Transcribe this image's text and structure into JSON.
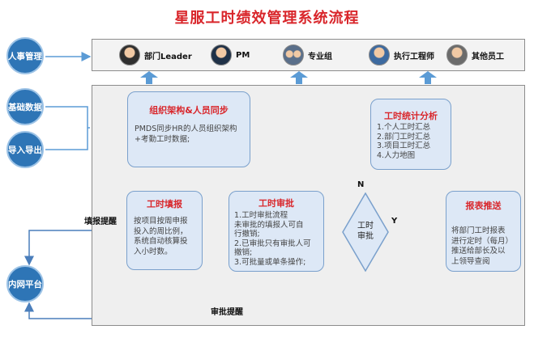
{
  "title": "星服工时绩效管理系统流程",
  "left_nodes": {
    "hr": "人事管理",
    "basic_data": "基础数据",
    "import_export": "导入导出",
    "intranet": "内网平台"
  },
  "roles": [
    "部门Leader",
    "PM",
    "专业组",
    "执行工程师",
    "其他员工"
  ],
  "boxes": {
    "org_sync": {
      "title": "组织架构&人员同步",
      "body": [
        "PMDS同步HR的人员组织架构",
        "+考勤工时数据;"
      ]
    },
    "fill": {
      "title": "工时填报",
      "body": [
        "按项目按周申报",
        "投入的周比例，",
        "系统自动核算投",
        "入小时数。"
      ]
    },
    "approve": {
      "title": "工时审批",
      "body": [
        "1.工时审批流程",
        "未审批的填报人可自",
        "行撤销;",
        "2.已审批只有审批人可",
        "撤销;",
        "3.可批量或单条操作;"
      ]
    },
    "stats": {
      "title": "工时统计分析",
      "body": [
        "1.个人工时汇总",
        "2.部门工时汇总",
        "3.项目工时汇总",
        "4.人力地图"
      ]
    },
    "report": {
      "title": "报表推送",
      "body": [
        "将部门工时报表",
        "进行定时（每月）",
        "推送给部长及以",
        "上领导查阅"
      ]
    }
  },
  "decision": {
    "line1": "工时",
    "line2": "审批",
    "yes": "Y",
    "no": "N"
  },
  "labels": {
    "fill_remind": "填报提醒",
    "approve_remind": "审批提醒"
  },
  "colors": {
    "title_red": "#d9262b",
    "node_blue": "#2e75b6",
    "arrow_blue": "#5b9bd5",
    "box_fill": "#dde8f6"
  }
}
